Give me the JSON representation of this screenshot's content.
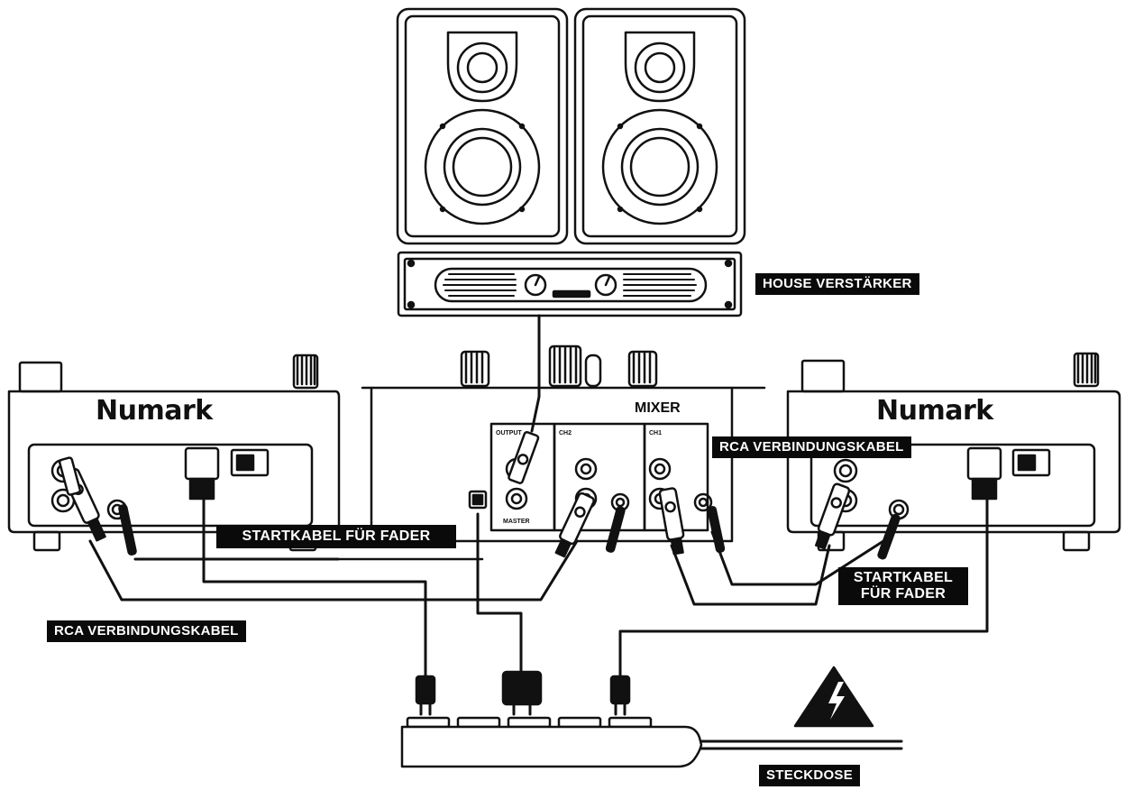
{
  "labels": {
    "amplifier": "HOUSE VERSTÄRKER",
    "mixer": "MIXER",
    "rca_right": "RCA VERBINDUNGSKABEL",
    "fader_start_left": "STARTKABEL FÜR FADER",
    "fader_start_right_line1": "STARTKABEL",
    "fader_start_right_line2": "FÜR FADER",
    "rca_left": "RCA VERBINDUNGSKABEL",
    "outlet": "STECKDOSE"
  },
  "devices": {
    "left_player_brand": "Numark",
    "right_player_brand": "Numark"
  },
  "mixer_panel": {
    "output_label": "OUTPUT",
    "ch2_label": "CH2",
    "ch1_label": "CH1",
    "master_label": "MASTER"
  },
  "colors": {
    "ink": "#111111",
    "paper": "#ffffff",
    "callout_bg": "#0a0a0a",
    "callout_text": "#ffffff"
  },
  "icons": [
    "speaker-icon",
    "amplifier-icon",
    "knob-icon",
    "plug-icon",
    "power-strip-icon",
    "warning-lightning-icon"
  ]
}
